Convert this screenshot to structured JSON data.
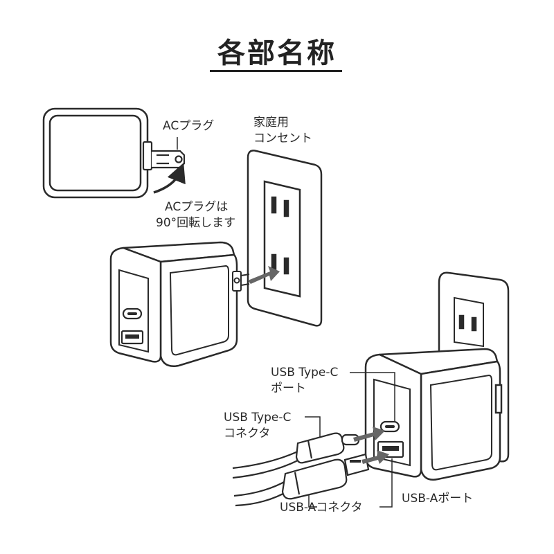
{
  "title": "各部名称",
  "labels": {
    "ac_plug": "ACプラグ",
    "ac_plug_rotates_1": "ACプラグは",
    "ac_plug_rotates_2": "90°回転します",
    "outlet_1": "家庭用",
    "outlet_2": "コンセント",
    "usbc_port_1": "USB Type-C",
    "usbc_port_2": "ポート",
    "usbc_conn_1": "USB Type-C",
    "usbc_conn_2": "コネクタ",
    "usba_conn": "USB-Aコネクタ",
    "usba_port": "USB-Aポート"
  },
  "colors": {
    "line": "#2a2a2a",
    "arrow": "#666666",
    "fill": "#ffffff"
  }
}
